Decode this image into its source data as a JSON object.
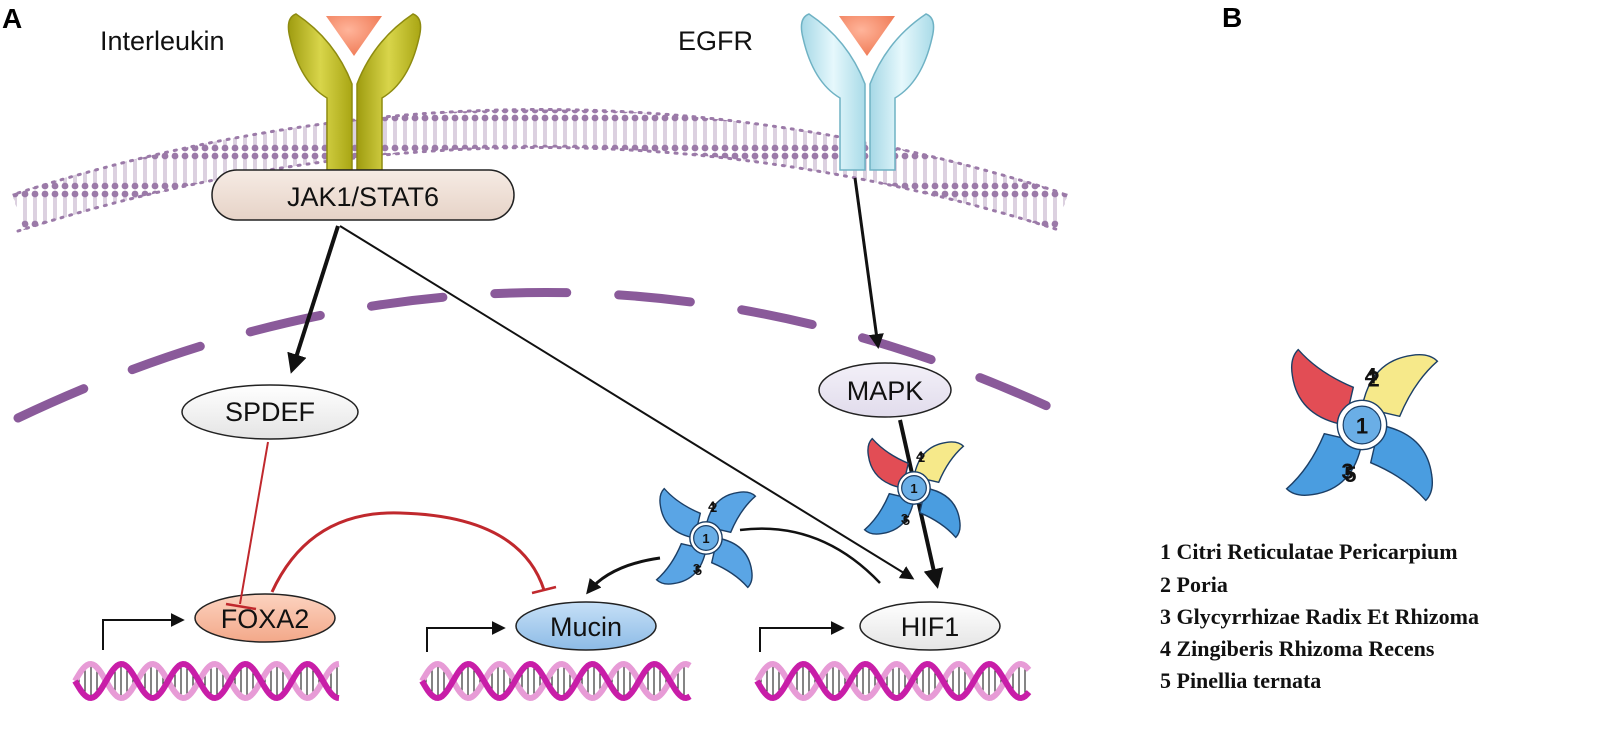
{
  "panels": {
    "a_label": "A",
    "b_label": "B"
  },
  "receptors": {
    "interleukin": {
      "label": "Interleukin",
      "color": "#c5c21e"
    },
    "egfr": {
      "label": "EGFR",
      "color": "#c7ecf5"
    }
  },
  "nodes": {
    "jak1_stat6": "JAK1/STAT6",
    "spdef": "SPDEF",
    "mapk": "MAPK",
    "foxa2": "FOXA2",
    "mucin": "Mucin",
    "hif1": "HIF1"
  },
  "herbs": [
    {
      "num": "1",
      "name": "Citri Reticulatae Pericarpium",
      "color": "#6aaee6"
    },
    {
      "num": "2",
      "name": "Poria",
      "color": "#f6e98a"
    },
    {
      "num": "3",
      "name": "Glycyrrhizae Radix Et Rhizoma",
      "color": "#4a9de0"
    },
    {
      "num": "4",
      "name": "Zingiberis Rhizoma Recens",
      "color": "#4a9de0"
    },
    {
      "num": "5",
      "name": "Pinellia ternata",
      "color": "#e24d55"
    }
  ],
  "colors": {
    "membrane": "#9b7aa8",
    "nucleus": "#8a5a9a",
    "dna_strand": "#c81ea8",
    "inhibition": "#c0282d",
    "activation": "#111111",
    "foxa2_fill": "#f6b79a",
    "mucin_fill": "#9fc7ec"
  }
}
